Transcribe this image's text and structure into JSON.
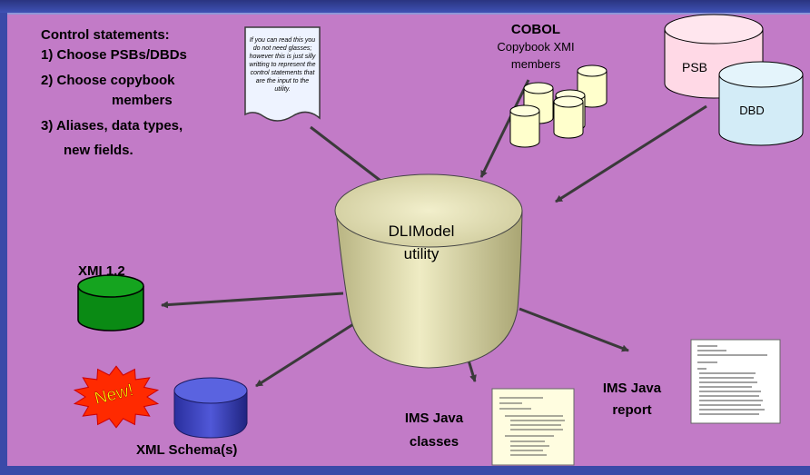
{
  "control_statements": {
    "title": "Control statements:",
    "item1": "1) Choose PSBs/DBDs",
    "item2_line1": "2) Choose copybook",
    "item2_line2": "members",
    "item3_line1": "3) Aliases, data types,",
    "item3_line2": "new fields."
  },
  "control_doc": {
    "text": "If you can read this you do not need glasses; however this is just silly writting to represent the control statements that are the input to the utility."
  },
  "cobol": {
    "title": "COBOL",
    "subtitle_line1": "Copybook XMI",
    "subtitle_line2": "members"
  },
  "psb": {
    "label": "PSB"
  },
  "dbd": {
    "label": "DBD"
  },
  "utility": {
    "line1": "DLIModel",
    "line2": "utility"
  },
  "xmi": {
    "label": "XMI 1.2"
  },
  "schema": {
    "label": "XML Schema(s)",
    "badge": "New!"
  },
  "java_classes": {
    "line1": "IMS Java",
    "line2": "classes"
  },
  "java_report": {
    "line1": "IMS Java",
    "line2": "report"
  },
  "colors": {
    "background": "#c27bc7",
    "frame": "#3a4aa8",
    "utility_fill": "#e3e0b5",
    "copybook_fill": "#ffffcc",
    "psb_fill": "#ffd9e6",
    "dbd_fill": "#d3ecf7",
    "xmi_fill": "#0a8a14",
    "schema_fill": "#3f47c9",
    "burst": "#ff2a00",
    "burst_text": "#ffff00"
  }
}
